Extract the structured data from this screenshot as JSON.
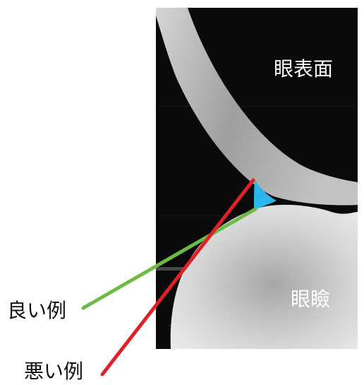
{
  "labels": {
    "ocular_surface": "眼表面",
    "eyelid": "眼瞼",
    "good_example": "良い例",
    "bad_example": "悪い例"
  },
  "colors": {
    "good_line": "#6dbb45",
    "bad_line": "#e01f26",
    "tear_meniscus": "#2bb7ec",
    "scan_background": "#0a0a0a"
  }
}
